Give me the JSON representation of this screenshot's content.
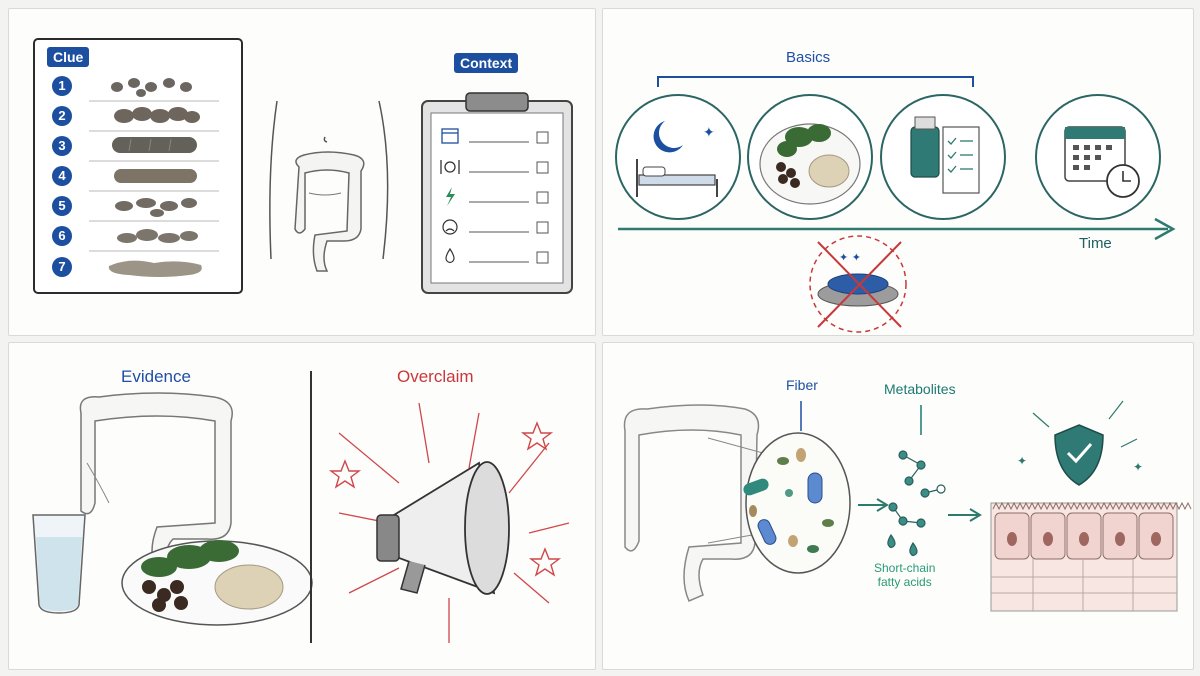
{
  "panel_stool": {
    "clue_label": "Clue",
    "context_label": "Context",
    "scale_numbers": [
      "1",
      "2",
      "3",
      "4",
      "5",
      "6",
      "7"
    ],
    "checklist_icons": [
      "calendar-icon",
      "fork-plate-knife-icon",
      "lightning-icon",
      "frown-face-icon",
      "water-drop-icon"
    ]
  },
  "panel_basics": {
    "basics_label": "Basics",
    "time_label": "Time",
    "circles": [
      "sleep-icon",
      "food-plate-icon",
      "supplement-checklist-icon",
      "calendar-clock-icon"
    ],
    "crossed_out": "magic-button-icon"
  },
  "panel_evidence": {
    "evidence_label": "Evidence",
    "overclaim_label": "Overclaim"
  },
  "panel_metabolites": {
    "fiber_label": "Fiber",
    "metabolites_label": "Metabolites",
    "scfa_line1": "Short-chain",
    "scfa_line2": "fatty acids"
  },
  "colors": {
    "navy": "#1d4fa0",
    "red": "#c8383a",
    "teal": "#1c7a73"
  }
}
